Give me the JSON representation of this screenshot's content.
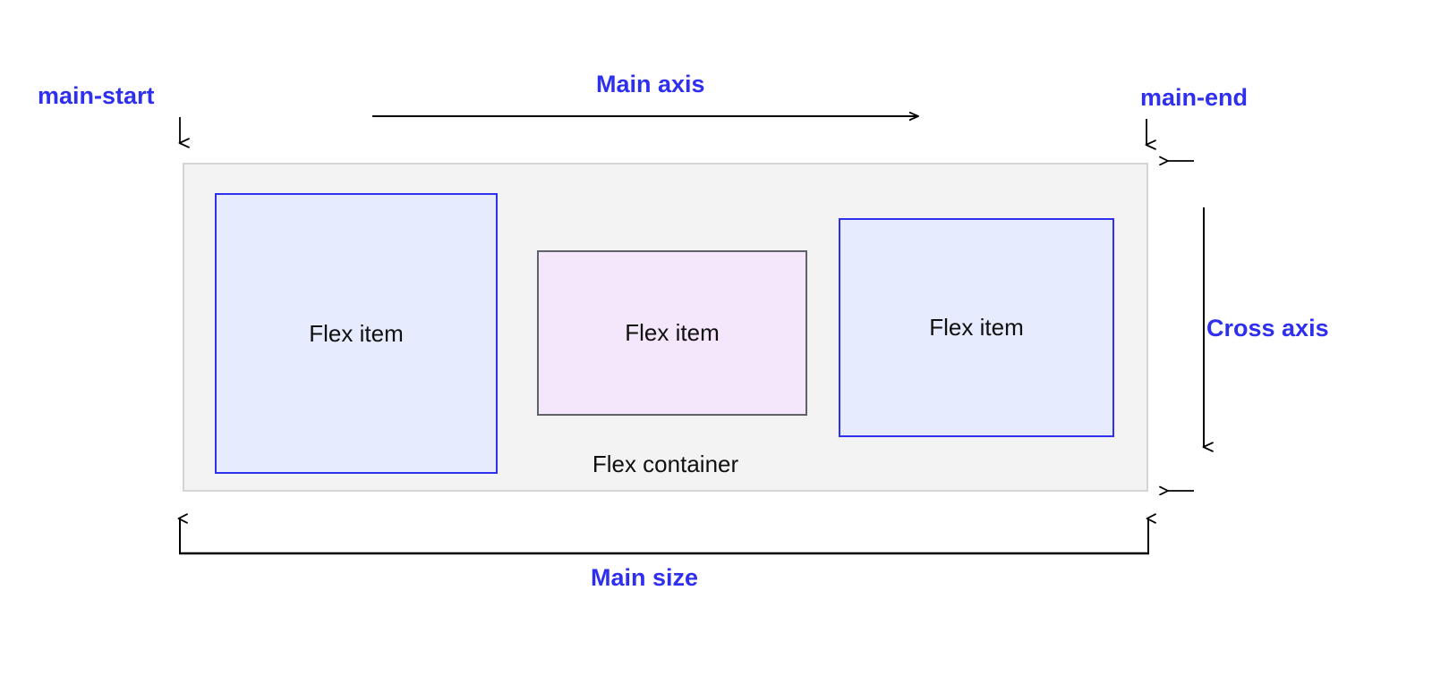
{
  "diagram": {
    "title": "Flexbox main axis and cross axis diagram",
    "colors": {
      "annotation_blue": "#2f2fef",
      "item_blue_fill": "#e6ecfd",
      "item_blue_border": "#2f2fef",
      "item_pink_fill": "#f4e6fb",
      "item_pink_border": "#5f6368",
      "container_fill": "#f2f3f2",
      "container_border": "#d4d4d4",
      "arrow_black": "#000000",
      "text_black": "#101010"
    },
    "labels": {
      "main_start": "main-start",
      "main_end": "main-end",
      "main_axis": "Main axis",
      "cross_axis": "Cross axis",
      "main_size": "Main size",
      "flex_container": "Flex container"
    },
    "container": {
      "caption": "Flex container",
      "items": [
        {
          "label": "Flex item",
          "style": "blue"
        },
        {
          "label": "Flex item",
          "style": "pink"
        },
        {
          "label": "Flex item",
          "style": "blue"
        }
      ]
    },
    "arrows": {
      "main_axis_direction": "right",
      "cross_axis_direction": "down",
      "main_start_marker": "down-arrow",
      "main_end_marker": "down-arrow",
      "cross_start_marker": "left-arrow",
      "cross_end_marker": "left-arrow",
      "main_size_bracket": "double-ended-up-bracket"
    }
  }
}
